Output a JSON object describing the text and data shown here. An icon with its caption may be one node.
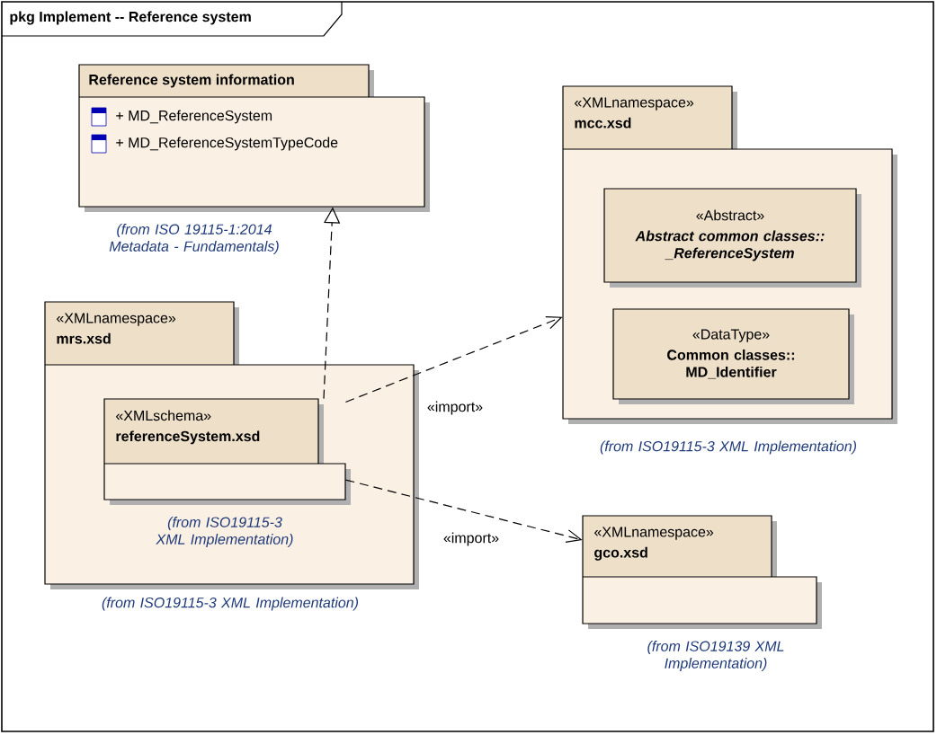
{
  "diagram": {
    "title": "pkg Implement -- Reference system",
    "nodes": [
      {
        "text": [
          "Reference system information",
          "+ MD_ReferenceSystem",
          "+ MD_ReferenceSystemTypeCode"
        ],
        "beside": [
          "(from ISO 19115-1:2014 Metadata - Fundamentals)"
        ]
      },
      {
        "text": [
          "«XMLnamespace»",
          "mrs.xsd"
        ],
        "beside": [
          "(from ISO19115-3 XML Implementation)"
        ]
      },
      {
        "text": [
          "«XMLschema»",
          "referenceSystem.xsd"
        ],
        "in": 1,
        "beside": [
          "(from ISO19115-3 XML Implementation)"
        ]
      },
      {
        "text": [
          "«XMLnamespace»",
          "mcc.xsd"
        ],
        "beside": [
          "(from ISO19115-3 XML Implementation)"
        ]
      },
      {
        "text": [
          "«Abstract»",
          "Abstract common classes:: _ReferenceSystem"
        ],
        "in": 3
      },
      {
        "text": [
          "«DataType»",
          "Common classes:: MD_Identifier"
        ],
        "in": 3
      },
      {
        "text": [
          "«XMLnamespace»",
          "gco.xsd"
        ],
        "beside": [
          "(from ISO19139 XML Implementation)"
        ]
      }
    ],
    "edges": [
      {
        "from": 2,
        "to": 0,
        "arrow": "to",
        "style": "dashed"
      },
      {
        "from": 2,
        "to": 3,
        "arrow": "to",
        "style": "dashed",
        "label": "«import»"
      },
      {
        "from": 2,
        "to": 6,
        "arrow": "to",
        "style": "dashed",
        "label": "«import»"
      }
    ]
  }
}
